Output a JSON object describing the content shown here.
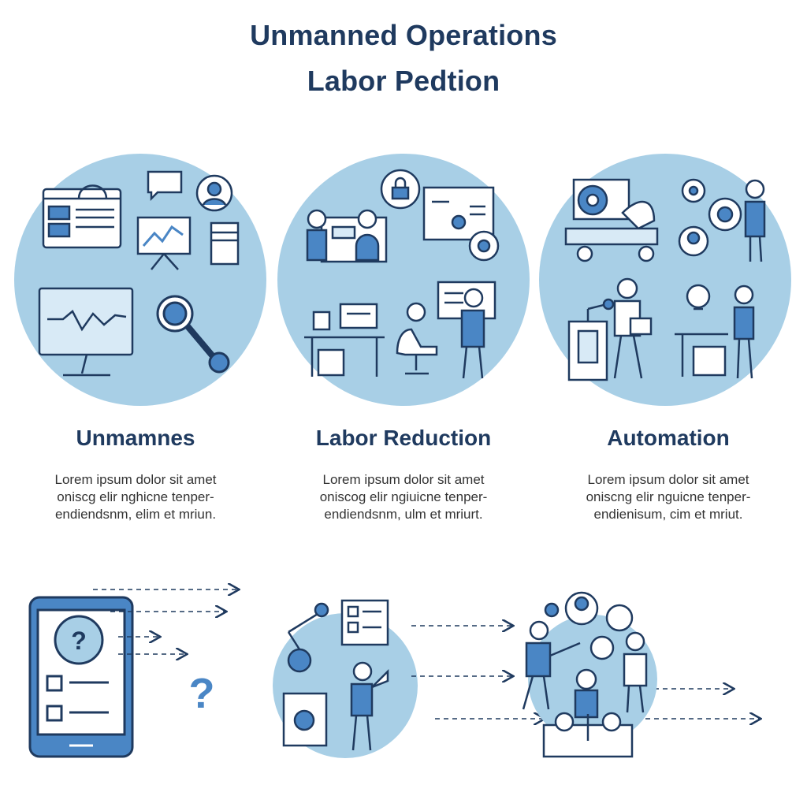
{
  "title": {
    "line1": "Unmanned Operations",
    "line2": "Labor Pedtion"
  },
  "sections": [
    {
      "heading": "Unmamnes",
      "lines": [
        "Lorem ipsum dolor sit amet",
        "oniscg elir nghicne tenper-",
        "endiendsnm, elim et mriun."
      ]
    },
    {
      "heading": "Labor Reduction",
      "lines": [
        "Lorem ipsum dolor sit amet",
        "oniscog elir ngiuicne tenper-",
        "endiendsnm, ulm et mriurt."
      ]
    },
    {
      "heading": "Automation",
      "lines": [
        "Lorem ipsum dolor sit amet",
        "oniscng elir nguicne tenper-",
        "endienisum, cim et mriut."
      ]
    }
  ],
  "colors": {
    "circle": "#a8cfe6",
    "line": "#1f3a5f",
    "accent": "#4a86c5",
    "pale": "#d8eaf6"
  },
  "icons": [
    "browser-icon",
    "chart-icon",
    "monitor-icon",
    "magnifier-icon",
    "lock-icon",
    "gear-icon",
    "lightbulb-icon",
    "robot-arm-icon",
    "tablet-icon",
    "question-icon",
    "checklist-icon",
    "people-icon"
  ]
}
